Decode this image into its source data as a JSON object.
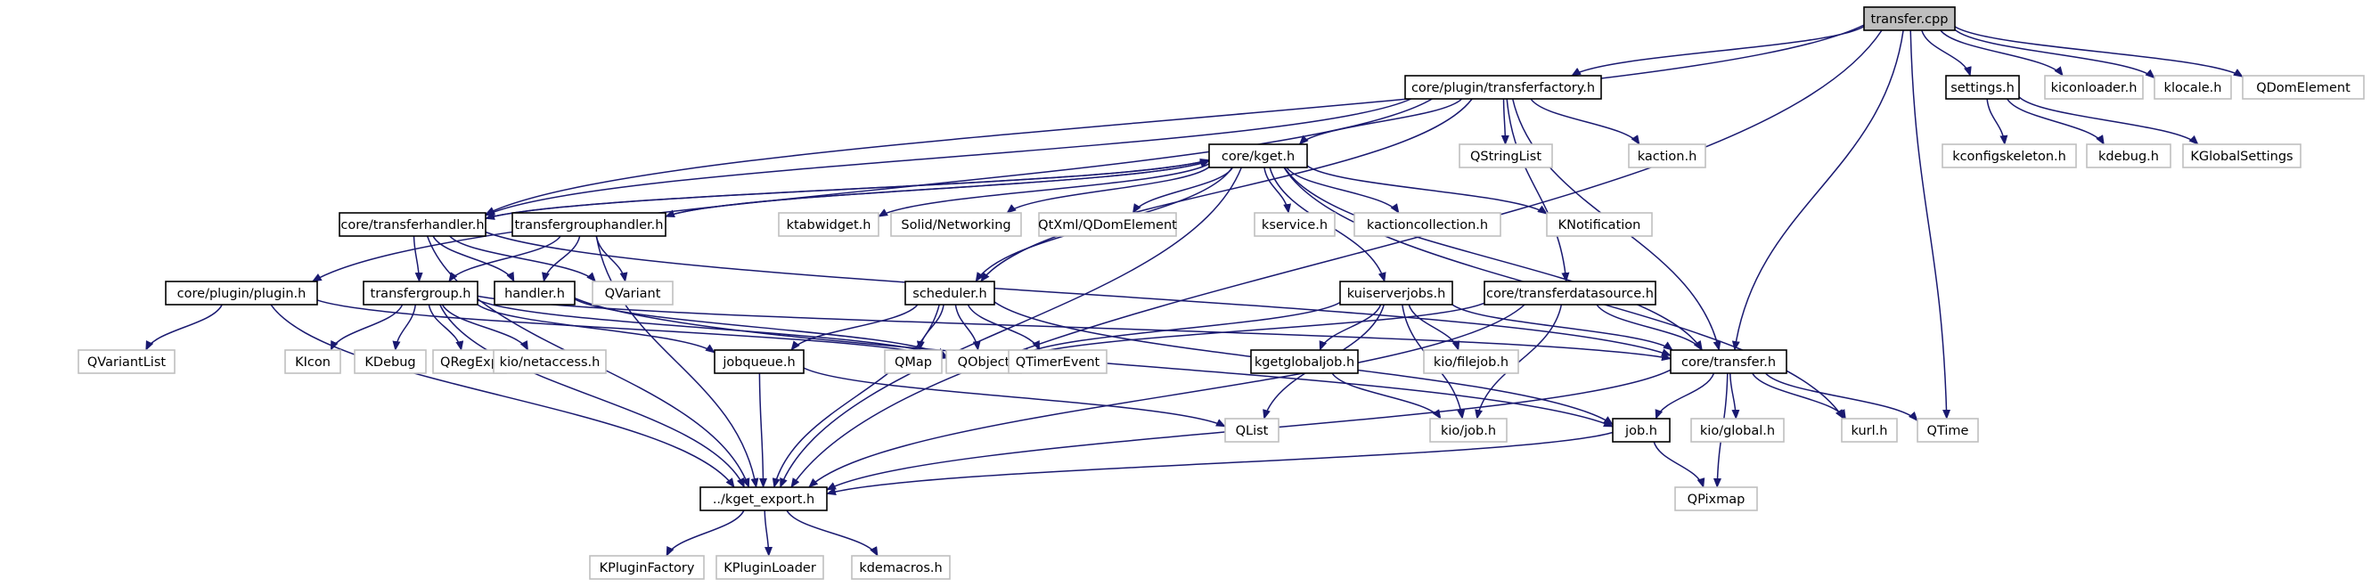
{
  "graph": {
    "colors": {
      "edge": "#191970",
      "solid_border": "#000000",
      "gray_border": "#bfbfbf",
      "root_fill": "#bfbfbf",
      "text": "#000000",
      "gray_text": "#000000"
    },
    "nodes": [
      {
        "id": "n_root",
        "label": "transfer.cpp",
        "style": "root"
      },
      {
        "id": "n_tfact",
        "label": "core/plugin/transferfactory.h",
        "style": "solid"
      },
      {
        "id": "n_settings",
        "label": "settings.h",
        "style": "solid"
      },
      {
        "id": "n_kiconloader",
        "label": "kiconloader.h",
        "style": "gray"
      },
      {
        "id": "n_klocale",
        "label": "klocale.h",
        "style": "gray"
      },
      {
        "id": "n_qdomelement",
        "label": "QDomElement",
        "style": "gray"
      },
      {
        "id": "n_qstringlist",
        "label": "QStringList",
        "style": "gray"
      },
      {
        "id": "n_kaction",
        "label": "kaction.h",
        "style": "gray"
      },
      {
        "id": "n_kconfigskeleton",
        "label": "kconfigskeleton.h",
        "style": "gray"
      },
      {
        "id": "n_kdebug_h",
        "label": "kdebug.h",
        "style": "gray"
      },
      {
        "id": "n_kglobalsettings",
        "label": "KGlobalSettings",
        "style": "gray"
      },
      {
        "id": "n_kget",
        "label": "core/kget.h",
        "style": "solid"
      },
      {
        "id": "n_transferhandler",
        "label": "core/transferhandler.h",
        "style": "solid"
      },
      {
        "id": "n_tghandler",
        "label": "transfergrouphandler.h",
        "style": "solid"
      },
      {
        "id": "n_ktabwidget",
        "label": "ktabwidget.h",
        "style": "gray"
      },
      {
        "id": "n_solid",
        "label": "Solid/Networking",
        "style": "gray"
      },
      {
        "id": "n_qtxml",
        "label": "QtXml/QDomElement",
        "style": "gray"
      },
      {
        "id": "n_kservice",
        "label": "kservice.h",
        "style": "gray"
      },
      {
        "id": "n_kactioncollection",
        "label": "kactioncollection.h",
        "style": "gray"
      },
      {
        "id": "n_knotification",
        "label": "KNotification",
        "style": "gray"
      },
      {
        "id": "n_plugin",
        "label": "core/plugin/plugin.h",
        "style": "solid"
      },
      {
        "id": "n_transfergroup",
        "label": "transfergroup.h",
        "style": "solid"
      },
      {
        "id": "n_handler",
        "label": "handler.h",
        "style": "solid"
      },
      {
        "id": "n_qvariant",
        "label": "QVariant",
        "style": "gray"
      },
      {
        "id": "n_scheduler",
        "label": "scheduler.h",
        "style": "solid"
      },
      {
        "id": "n_kuiserverjobs",
        "label": "kuiserverjobs.h",
        "style": "solid"
      },
      {
        "id": "n_tdatasource",
        "label": "core/transferdatasource.h",
        "style": "solid"
      },
      {
        "id": "n_qvariantlist",
        "label": "QVariantList",
        "style": "gray"
      },
      {
        "id": "n_kicon",
        "label": "KIcon",
        "style": "gray"
      },
      {
        "id": "n_kdebug",
        "label": "KDebug",
        "style": "gray"
      },
      {
        "id": "n_qregexp",
        "label": "QRegExp",
        "style": "gray"
      },
      {
        "id": "n_kionetaccess",
        "label": "kio/netaccess.h",
        "style": "gray"
      },
      {
        "id": "n_jobqueue",
        "label": "jobqueue.h",
        "style": "solid"
      },
      {
        "id": "n_qmap",
        "label": "QMap",
        "style": "gray"
      },
      {
        "id": "n_qobject",
        "label": "QObject",
        "style": "gray"
      },
      {
        "id": "n_qtimerevent",
        "label": "QTimerEvent",
        "style": "gray"
      },
      {
        "id": "n_kgetglobaljob",
        "label": "kgetglobaljob.h",
        "style": "solid"
      },
      {
        "id": "n_kiofilejob",
        "label": "kio/filejob.h",
        "style": "gray"
      },
      {
        "id": "n_coretransfer",
        "label": "core/transfer.h",
        "style": "solid"
      },
      {
        "id": "n_qlist",
        "label": "QList",
        "style": "gray"
      },
      {
        "id": "n_kiojob",
        "label": "kio/job.h",
        "style": "gray"
      },
      {
        "id": "n_job",
        "label": "job.h",
        "style": "solid"
      },
      {
        "id": "n_kioglobal",
        "label": "kio/global.h",
        "style": "gray"
      },
      {
        "id": "n_kurl",
        "label": "kurl.h",
        "style": "gray"
      },
      {
        "id": "n_qtime",
        "label": "QTime",
        "style": "gray"
      },
      {
        "id": "n_kget_export",
        "label": "../kget_export.h",
        "style": "solid"
      },
      {
        "id": "n_qpixmap",
        "label": "QPixmap",
        "style": "gray"
      },
      {
        "id": "n_kpluginfactory",
        "label": "KPluginFactory",
        "style": "gray"
      },
      {
        "id": "n_kpluginloader",
        "label": "KPluginLoader",
        "style": "gray"
      },
      {
        "id": "n_kdemacros",
        "label": "kdemacros.h",
        "style": "gray"
      }
    ],
    "edges": [
      [
        "n_root",
        "n_tfact"
      ],
      [
        "n_root",
        "n_settings"
      ],
      [
        "n_root",
        "n_kiconloader"
      ],
      [
        "n_root",
        "n_klocale"
      ],
      [
        "n_root",
        "n_qdomelement"
      ],
      [
        "n_root",
        "n_transferhandler"
      ],
      [
        "n_root",
        "n_coretransfer"
      ],
      [
        "n_root",
        "n_qtime"
      ],
      [
        "n_root",
        "n_kget_export"
      ],
      [
        "n_tfact",
        "n_qstringlist"
      ],
      [
        "n_tfact",
        "n_kaction"
      ],
      [
        "n_tfact",
        "n_kget"
      ],
      [
        "n_tfact",
        "n_plugin"
      ],
      [
        "n_tfact",
        "n_transferhandler"
      ],
      [
        "n_tfact",
        "n_tdatasource"
      ],
      [
        "n_tfact",
        "n_coretransfer"
      ],
      [
        "n_tfact",
        "n_scheduler"
      ],
      [
        "n_settings",
        "n_kconfigskeleton"
      ],
      [
        "n_settings",
        "n_kdebug_h"
      ],
      [
        "n_settings",
        "n_kglobalsettings"
      ],
      [
        "n_kget",
        "n_transferhandler"
      ],
      [
        "n_kget",
        "n_tghandler"
      ],
      [
        "n_kget",
        "n_ktabwidget"
      ],
      [
        "n_kget",
        "n_solid"
      ],
      [
        "n_kget",
        "n_qtxml"
      ],
      [
        "n_kget",
        "n_kservice"
      ],
      [
        "n_kget",
        "n_kactioncollection"
      ],
      [
        "n_kget",
        "n_knotification"
      ],
      [
        "n_kget",
        "n_scheduler"
      ],
      [
        "n_kget",
        "n_kuiserverjobs"
      ],
      [
        "n_kget",
        "n_coretransfer"
      ],
      [
        "n_kget",
        "n_kurl"
      ],
      [
        "n_kget",
        "n_kget_export"
      ],
      [
        "n_transferhandler",
        "n_kget"
      ],
      [
        "n_transferhandler",
        "n_handler"
      ],
      [
        "n_transferhandler",
        "n_transfergroup"
      ],
      [
        "n_transferhandler",
        "n_qvariant"
      ],
      [
        "n_transferhandler",
        "n_coretransfer"
      ],
      [
        "n_transferhandler",
        "n_kget_export"
      ],
      [
        "n_tghandler",
        "n_kget"
      ],
      [
        "n_tghandler",
        "n_handler"
      ],
      [
        "n_tghandler",
        "n_transfergroup"
      ],
      [
        "n_tghandler",
        "n_qvariant"
      ],
      [
        "n_tghandler",
        "n_kget_export"
      ],
      [
        "n_plugin",
        "n_qvariantlist"
      ],
      [
        "n_plugin",
        "n_qobject"
      ],
      [
        "n_plugin",
        "n_kget_export"
      ],
      [
        "n_transfergroup",
        "n_kicon"
      ],
      [
        "n_transfergroup",
        "n_kdebug"
      ],
      [
        "n_transfergroup",
        "n_qregexp"
      ],
      [
        "n_transfergroup",
        "n_kionetaccess"
      ],
      [
        "n_transfergroup",
        "n_jobqueue"
      ],
      [
        "n_transfergroup",
        "n_qobject"
      ],
      [
        "n_transfergroup",
        "n_coretransfer"
      ],
      [
        "n_transfergroup",
        "n_kget_export"
      ],
      [
        "n_handler",
        "n_qobject"
      ],
      [
        "n_handler",
        "n_job"
      ],
      [
        "n_scheduler",
        "n_jobqueue"
      ],
      [
        "n_scheduler",
        "n_qmap"
      ],
      [
        "n_scheduler",
        "n_qobject"
      ],
      [
        "n_scheduler",
        "n_qtimerevent"
      ],
      [
        "n_scheduler",
        "n_job"
      ],
      [
        "n_scheduler",
        "n_kget_export"
      ],
      [
        "n_kuiserverjobs",
        "n_kgetglobaljob"
      ],
      [
        "n_kuiserverjobs",
        "n_kiofilejob"
      ],
      [
        "n_kuiserverjobs",
        "n_qobject"
      ],
      [
        "n_kuiserverjobs",
        "n_qlist"
      ],
      [
        "n_kuiserverjobs",
        "n_coretransfer"
      ],
      [
        "n_kuiserverjobs",
        "n_kiojob"
      ],
      [
        "n_tdatasource",
        "n_qobject"
      ],
      [
        "n_tdatasource",
        "n_coretransfer"
      ],
      [
        "n_tdatasource",
        "n_kiojob"
      ],
      [
        "n_tdatasource",
        "n_kget_export"
      ],
      [
        "n_jobqueue",
        "n_qlist"
      ],
      [
        "n_jobqueue",
        "n_kget_export"
      ],
      [
        "n_kgetglobaljob",
        "n_kiojob"
      ],
      [
        "n_coretransfer",
        "n_job"
      ],
      [
        "n_coretransfer",
        "n_kioglobal"
      ],
      [
        "n_coretransfer",
        "n_kurl"
      ],
      [
        "n_coretransfer",
        "n_qtime"
      ],
      [
        "n_coretransfer",
        "n_qpixmap"
      ],
      [
        "n_coretransfer",
        "n_kget_export"
      ],
      [
        "n_job",
        "n_qpixmap"
      ],
      [
        "n_job",
        "n_kget_export"
      ],
      [
        "n_kget_export",
        "n_kpluginfactory"
      ],
      [
        "n_kget_export",
        "n_kpluginloader"
      ],
      [
        "n_kget_export",
        "n_kdemacros"
      ]
    ]
  }
}
